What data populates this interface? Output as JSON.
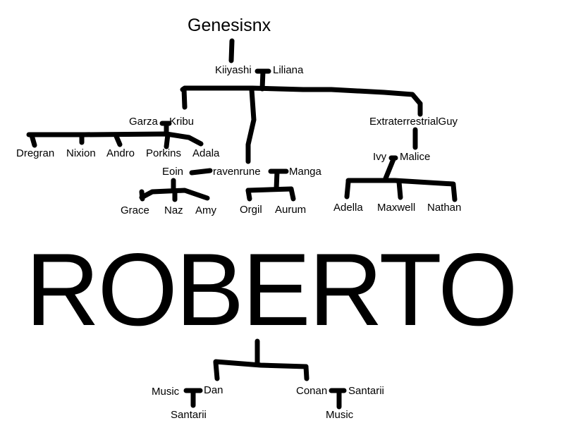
{
  "root": "Genesisnx",
  "couple_1": {
    "left": "Kiiyashi",
    "right": "Liliana"
  },
  "couple_2": {
    "left": "Garza",
    "right": "Kribu"
  },
  "garza_kribu_children": [
    "Dregran",
    "Nixion",
    "Andro",
    "Porkins",
    "Adala"
  ],
  "couple_3": {
    "left": "Eoin",
    "middle": "ravenrune",
    "right": "Manga"
  },
  "eoin_children": [
    "Grace",
    "Naz",
    "Amy"
  ],
  "manga_children": [
    "Orgil",
    "Aurum"
  ],
  "extraterrestrial": "ExtraterrestrialGuy",
  "couple_4": {
    "left": "Ivy",
    "right": "Malice"
  },
  "ivy_malice_children": [
    "Adella",
    "Maxwell",
    "Nathan"
  ],
  "banner": "ROBERTO",
  "couple_5": {
    "left": "Music",
    "right": "Dan",
    "child": "Santarii"
  },
  "couple_6": {
    "left": "Conan",
    "right": "Santarii",
    "child": "Music"
  }
}
